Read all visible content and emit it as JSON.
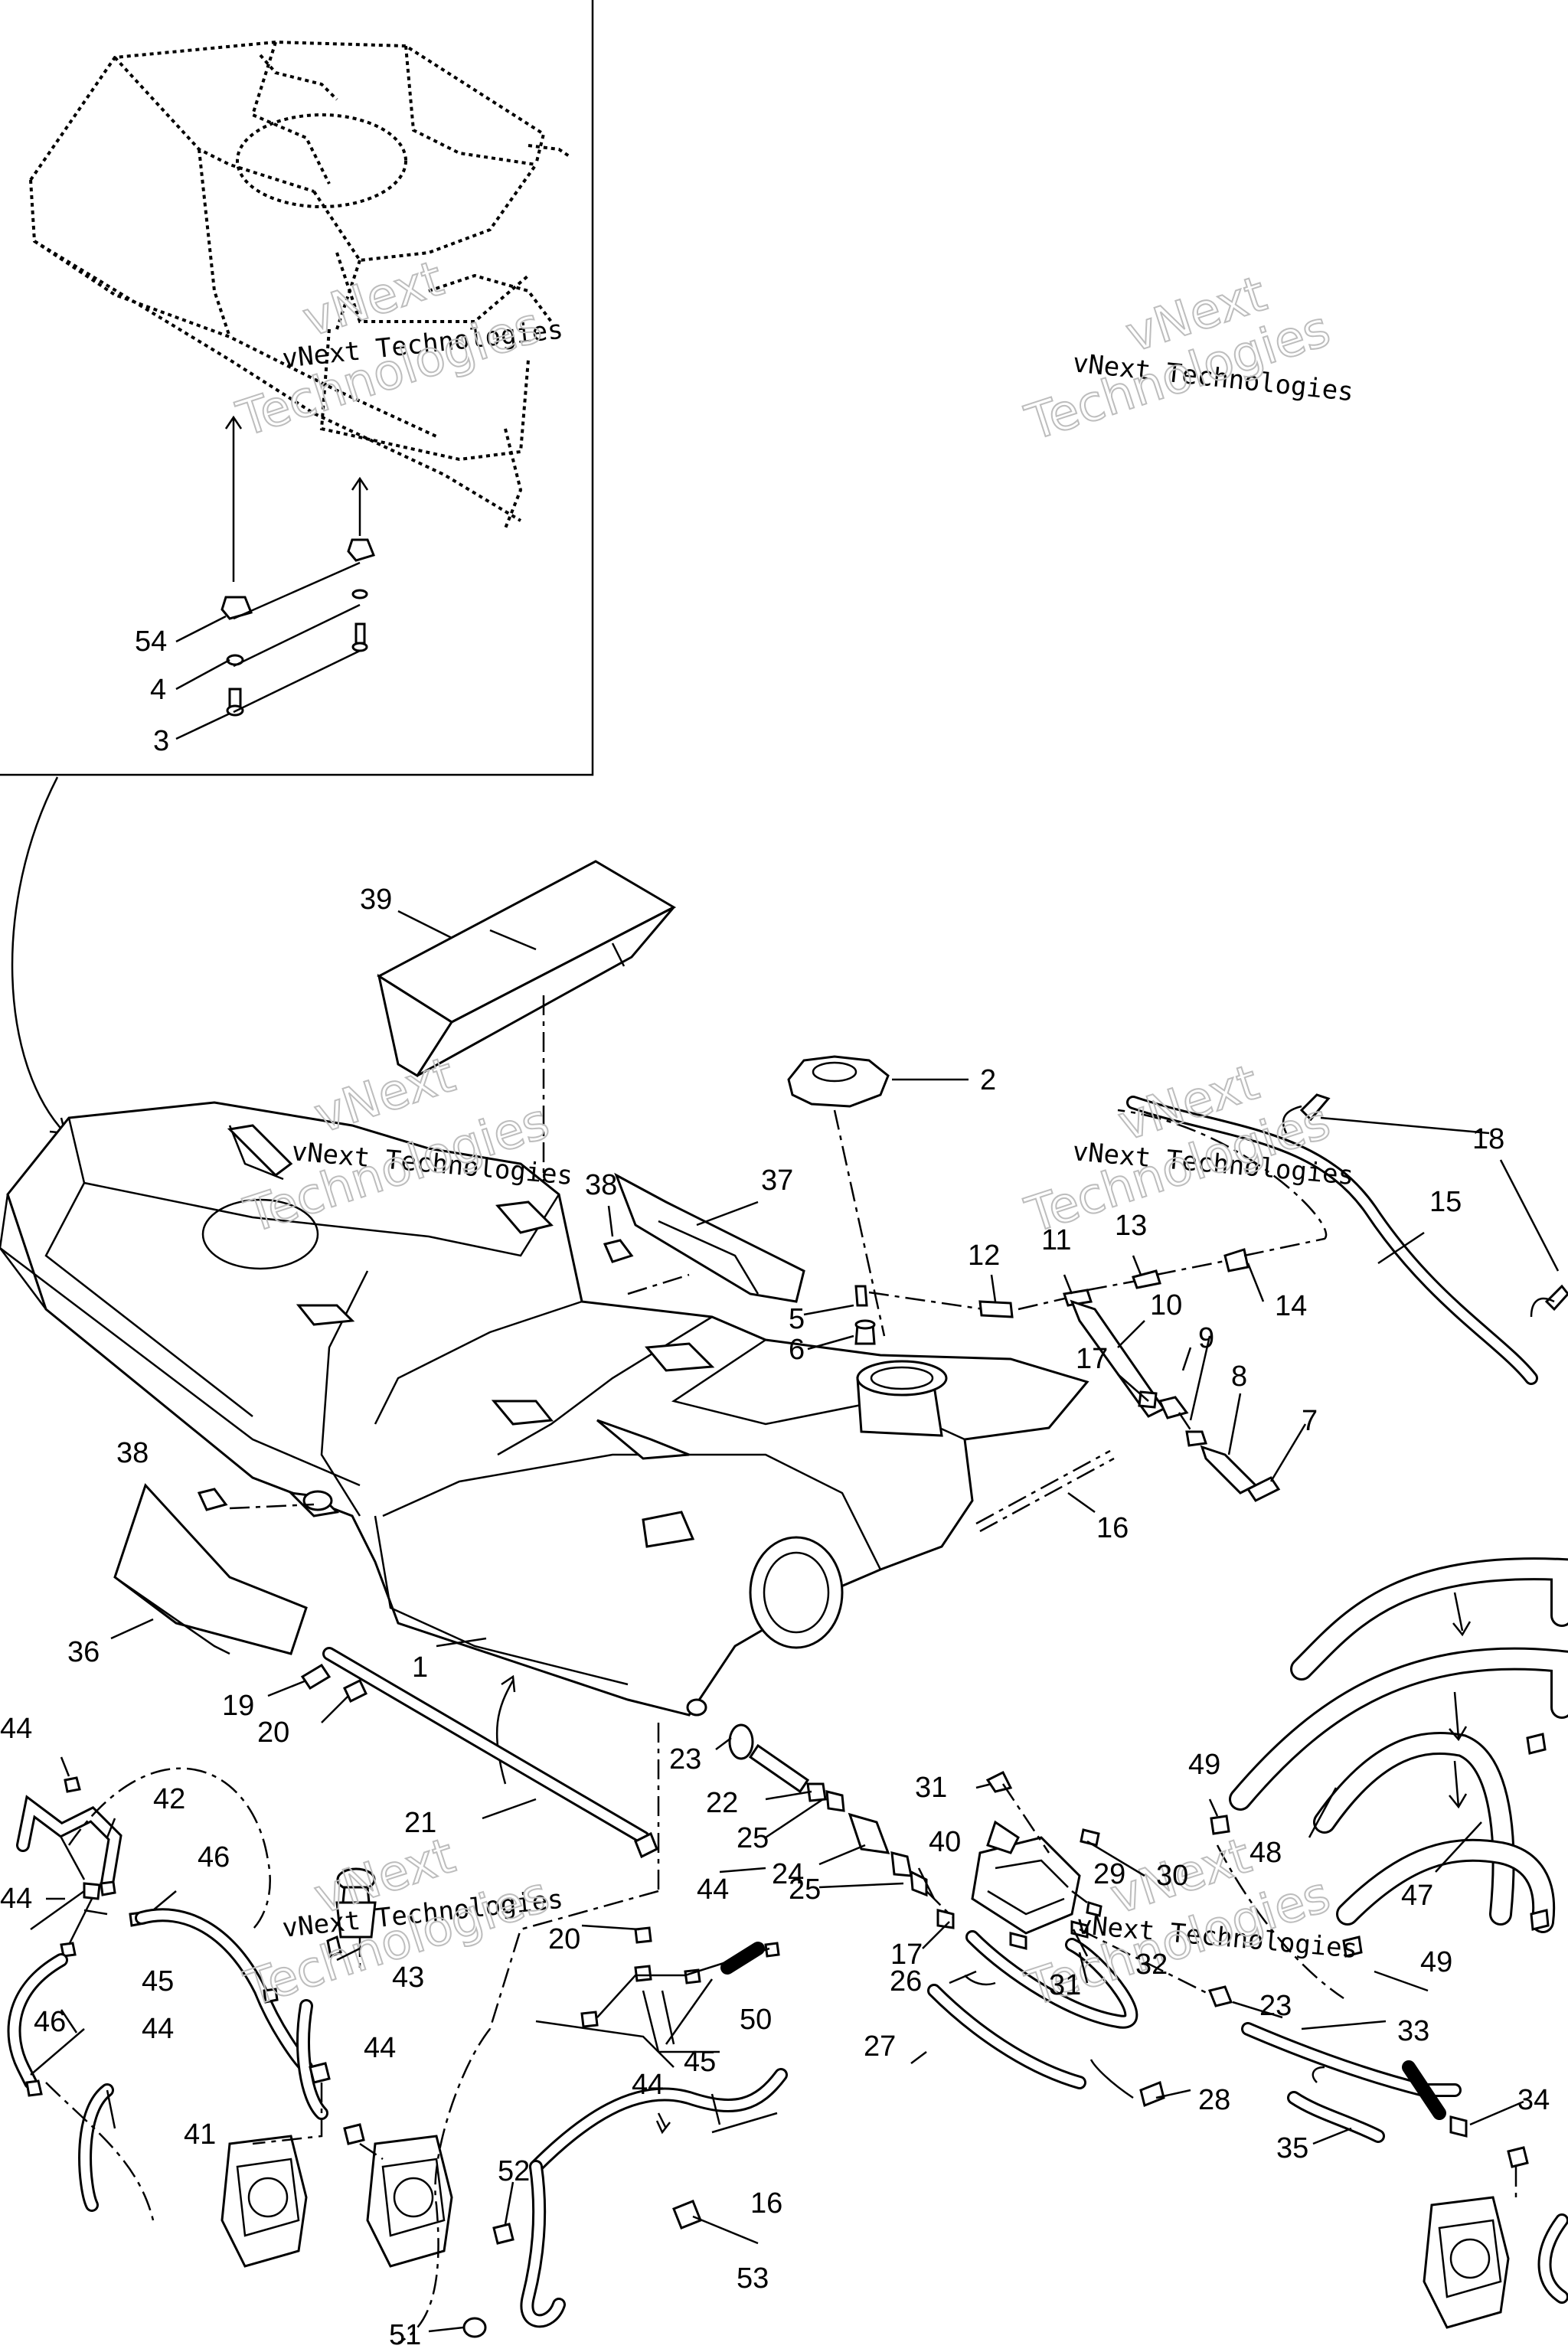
{
  "watermarks": [
    {
      "line1": "vNext",
      "line2": "vNext Technologies",
      "line3": "Technologies"
    },
    {
      "line1": "vNext",
      "line2": "vNext Technologies",
      "line3": "Technologies"
    },
    {
      "line1": "vNext",
      "line2": "vNext Technologies",
      "line3": "Technologies"
    },
    {
      "line1": "vNext",
      "line2": "vNext Technologies",
      "line3": "Technologies"
    },
    {
      "line1": "vNext",
      "line2": "vNext Technologies",
      "line3": "Technologies"
    },
    {
      "line1": "vNext",
      "line2": "vNext Technologies",
      "line3": "Technologies"
    }
  ],
  "callouts": {
    "c54": "54",
    "c4": "4",
    "c3": "3",
    "c39": "39",
    "c2": "2",
    "c18": "18",
    "c37": "37",
    "c38a": "38",
    "c15": "15",
    "c12": "12",
    "c11": "11",
    "c13": "13",
    "c5": "5",
    "c6": "6",
    "c10": "10",
    "c14": "14",
    "c9": "9",
    "c17a": "17",
    "c8": "8",
    "c7": "7",
    "c38b": "38",
    "c16a": "16",
    "c36": "36",
    "c1": "1",
    "c19": "19",
    "c20a": "20",
    "c23a": "23",
    "c44a": "44",
    "c42": "42",
    "c22": "22",
    "c31a": "31",
    "c49a": "49",
    "c21": "21",
    "c25a": "25",
    "c24": "24",
    "c48": "48",
    "c46a": "46",
    "c44b": "44",
    "c45a": "45",
    "c40": "40",
    "c29": "29",
    "c30": "30",
    "c25b": "25",
    "c20b": "20",
    "c44c": "44",
    "c47": "47",
    "c17b": "17",
    "c32": "32",
    "c43": "43",
    "c46b": "46",
    "c26": "26",
    "c31b": "31",
    "c49b": "49",
    "c44d": "44",
    "c44e": "44",
    "c50": "50",
    "c27": "27",
    "c23b": "23",
    "c33": "33",
    "c45b": "45",
    "c44f": "44",
    "c28": "28",
    "c41": "41",
    "c34": "34",
    "c35": "35",
    "c52": "52",
    "c16b": "16",
    "c53": "53",
    "c51": "51"
  }
}
